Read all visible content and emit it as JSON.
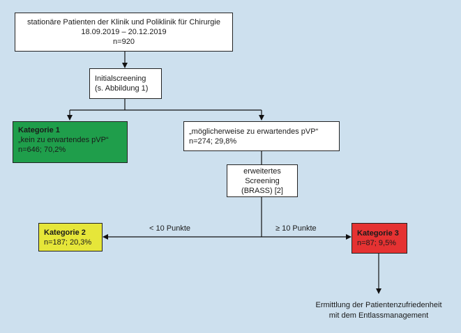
{
  "population": {
    "line1": "stationäre Patienten der Klinik und Poliklinik für Chirurgie",
    "line2": "18.09.2019 – 20.12.2019",
    "line3": "n=920"
  },
  "initial_screening": {
    "line1": "Initialscreening",
    "line2": "(s. Abbildung 1)"
  },
  "category1": {
    "title": "Kategorie 1",
    "line1": "„kein zu erwartendes pVP“",
    "line2": "n=646; 70,2%",
    "color": "#1f9e4b"
  },
  "possible_pvp": {
    "line1": "„möglicherweise zu erwartendes pVP“",
    "line2": "n=274; 29,8%"
  },
  "extended_screening": {
    "line1": "erweitertes Screening",
    "line2": "(BRASS) [2]"
  },
  "edge_labels": {
    "lt10": "< 10 Punkte",
    "ge10": "≥ 10 Punkte"
  },
  "category2": {
    "title": "Kategorie 2",
    "line1": "n=187; 20,3%",
    "color": "#e6e639"
  },
  "category3": {
    "title": "Kategorie 3",
    "line1": "n=87; 9,5%",
    "color": "#e53232"
  },
  "outcome": {
    "line1": "Ermittlung der Patientenzufriedenheit",
    "line2": "mit dem Entlassmanagement"
  }
}
